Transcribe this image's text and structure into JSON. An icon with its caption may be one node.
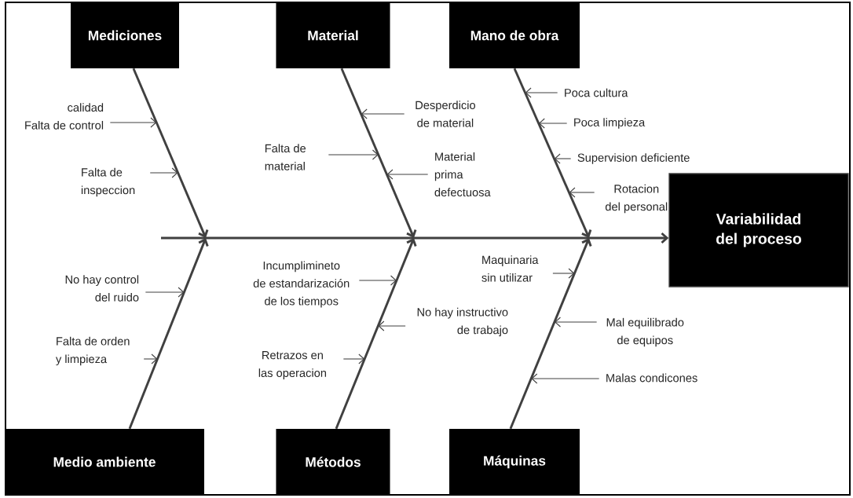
{
  "diagram": {
    "nodes": [
      {
        "text": [
          "Mediciones"
        ]
      },
      {
        "text": [
          "Material"
        ]
      },
      {
        "text": [
          "Mano de obra"
        ]
      },
      {
        "text": [
          "calidad Falta de control"
        ]
      },
      {
        "text": [
          "Falta de inspeccion"
        ]
      },
      {
        "text": [
          "Desperdicio de material"
        ]
      },
      {
        "text": [
          "Falta de material"
        ]
      },
      {
        "text": [
          "Material prima defectuosa"
        ]
      },
      {
        "text": [
          "Poca cultura"
        ]
      },
      {
        "text": [
          "Poca limpieza"
        ]
      },
      {
        "text": [
          "Supervision deficiente"
        ]
      },
      {
        "text": [
          "Rotacion del personal"
        ]
      },
      {
        "text": [
          "Variabilidad del proceso"
        ]
      },
      {
        "text": [
          "No hay control del ruido"
        ]
      },
      {
        "text": [
          "Falta de orden y limpieza"
        ]
      },
      {
        "text": [
          "Incumplimineto de estandarización de los tiempos"
        ]
      },
      {
        "text": [
          "No hay instructivo de trabajo"
        ]
      },
      {
        "text": [
          "Retrazos en las operacion"
        ]
      },
      {
        "text": [
          "Maquinaria sin utilizar"
        ]
      },
      {
        "text": [
          "Mal equilibrado de equipos"
        ]
      },
      {
        "text": [
          "Malas condicones"
        ]
      },
      {
        "text": [
          "Medio ambiente"
        ]
      },
      {
        "text": [
          "Métodos"
        ]
      },
      {
        "text": [
          "Máquinas"
        ]
      }
    ],
    "edges": [
      {
        "from": 0,
        "to": null,
        "arrow": "to",
        "style": "thick"
      },
      {
        "from": 1,
        "to": null,
        "arrow": "to",
        "style": "thick"
      },
      {
        "from": 2,
        "to": null,
        "arrow": "to",
        "style": "thick"
      },
      {
        "from": 21,
        "to": null,
        "arrow": "to",
        "style": "thick"
      },
      {
        "from": 22,
        "to": null,
        "arrow": "to",
        "style": "thick"
      },
      {
        "from": 23,
        "to": null,
        "arrow": "to",
        "style": "thick"
      },
      {
        "from": null,
        "to": 12,
        "arrow": "to",
        "style": "thick"
      },
      {
        "from": 3,
        "to": null,
        "arrow": "to"
      },
      {
        "from": 4,
        "to": null,
        "arrow": "to"
      },
      {
        "from": 5,
        "to": null,
        "arrow": "to"
      },
      {
        "from": 6,
        "to": null,
        "arrow": "to"
      },
      {
        "from": 7,
        "to": null,
        "arrow": "to"
      },
      {
        "from": 8,
        "to": null,
        "arrow": "to"
      },
      {
        "from": 9,
        "to": null,
        "arrow": "to"
      },
      {
        "from": 10,
        "to": null,
        "arrow": "to"
      },
      {
        "from": 11,
        "to": null,
        "arrow": "to"
      },
      {
        "from": 13,
        "to": null,
        "arrow": "to"
      },
      {
        "from": 14,
        "to": null,
        "arrow": "to"
      },
      {
        "from": 15,
        "to": null,
        "arrow": "to"
      },
      {
        "from": 16,
        "to": null,
        "arrow": "to"
      },
      {
        "from": 17,
        "to": null,
        "arrow": "to"
      },
      {
        "from": 18,
        "to": null,
        "arrow": "to"
      },
      {
        "from": 19,
        "to": null,
        "arrow": "to"
      },
      {
        "from": 20,
        "to": null,
        "arrow": "to"
      }
    ]
  }
}
